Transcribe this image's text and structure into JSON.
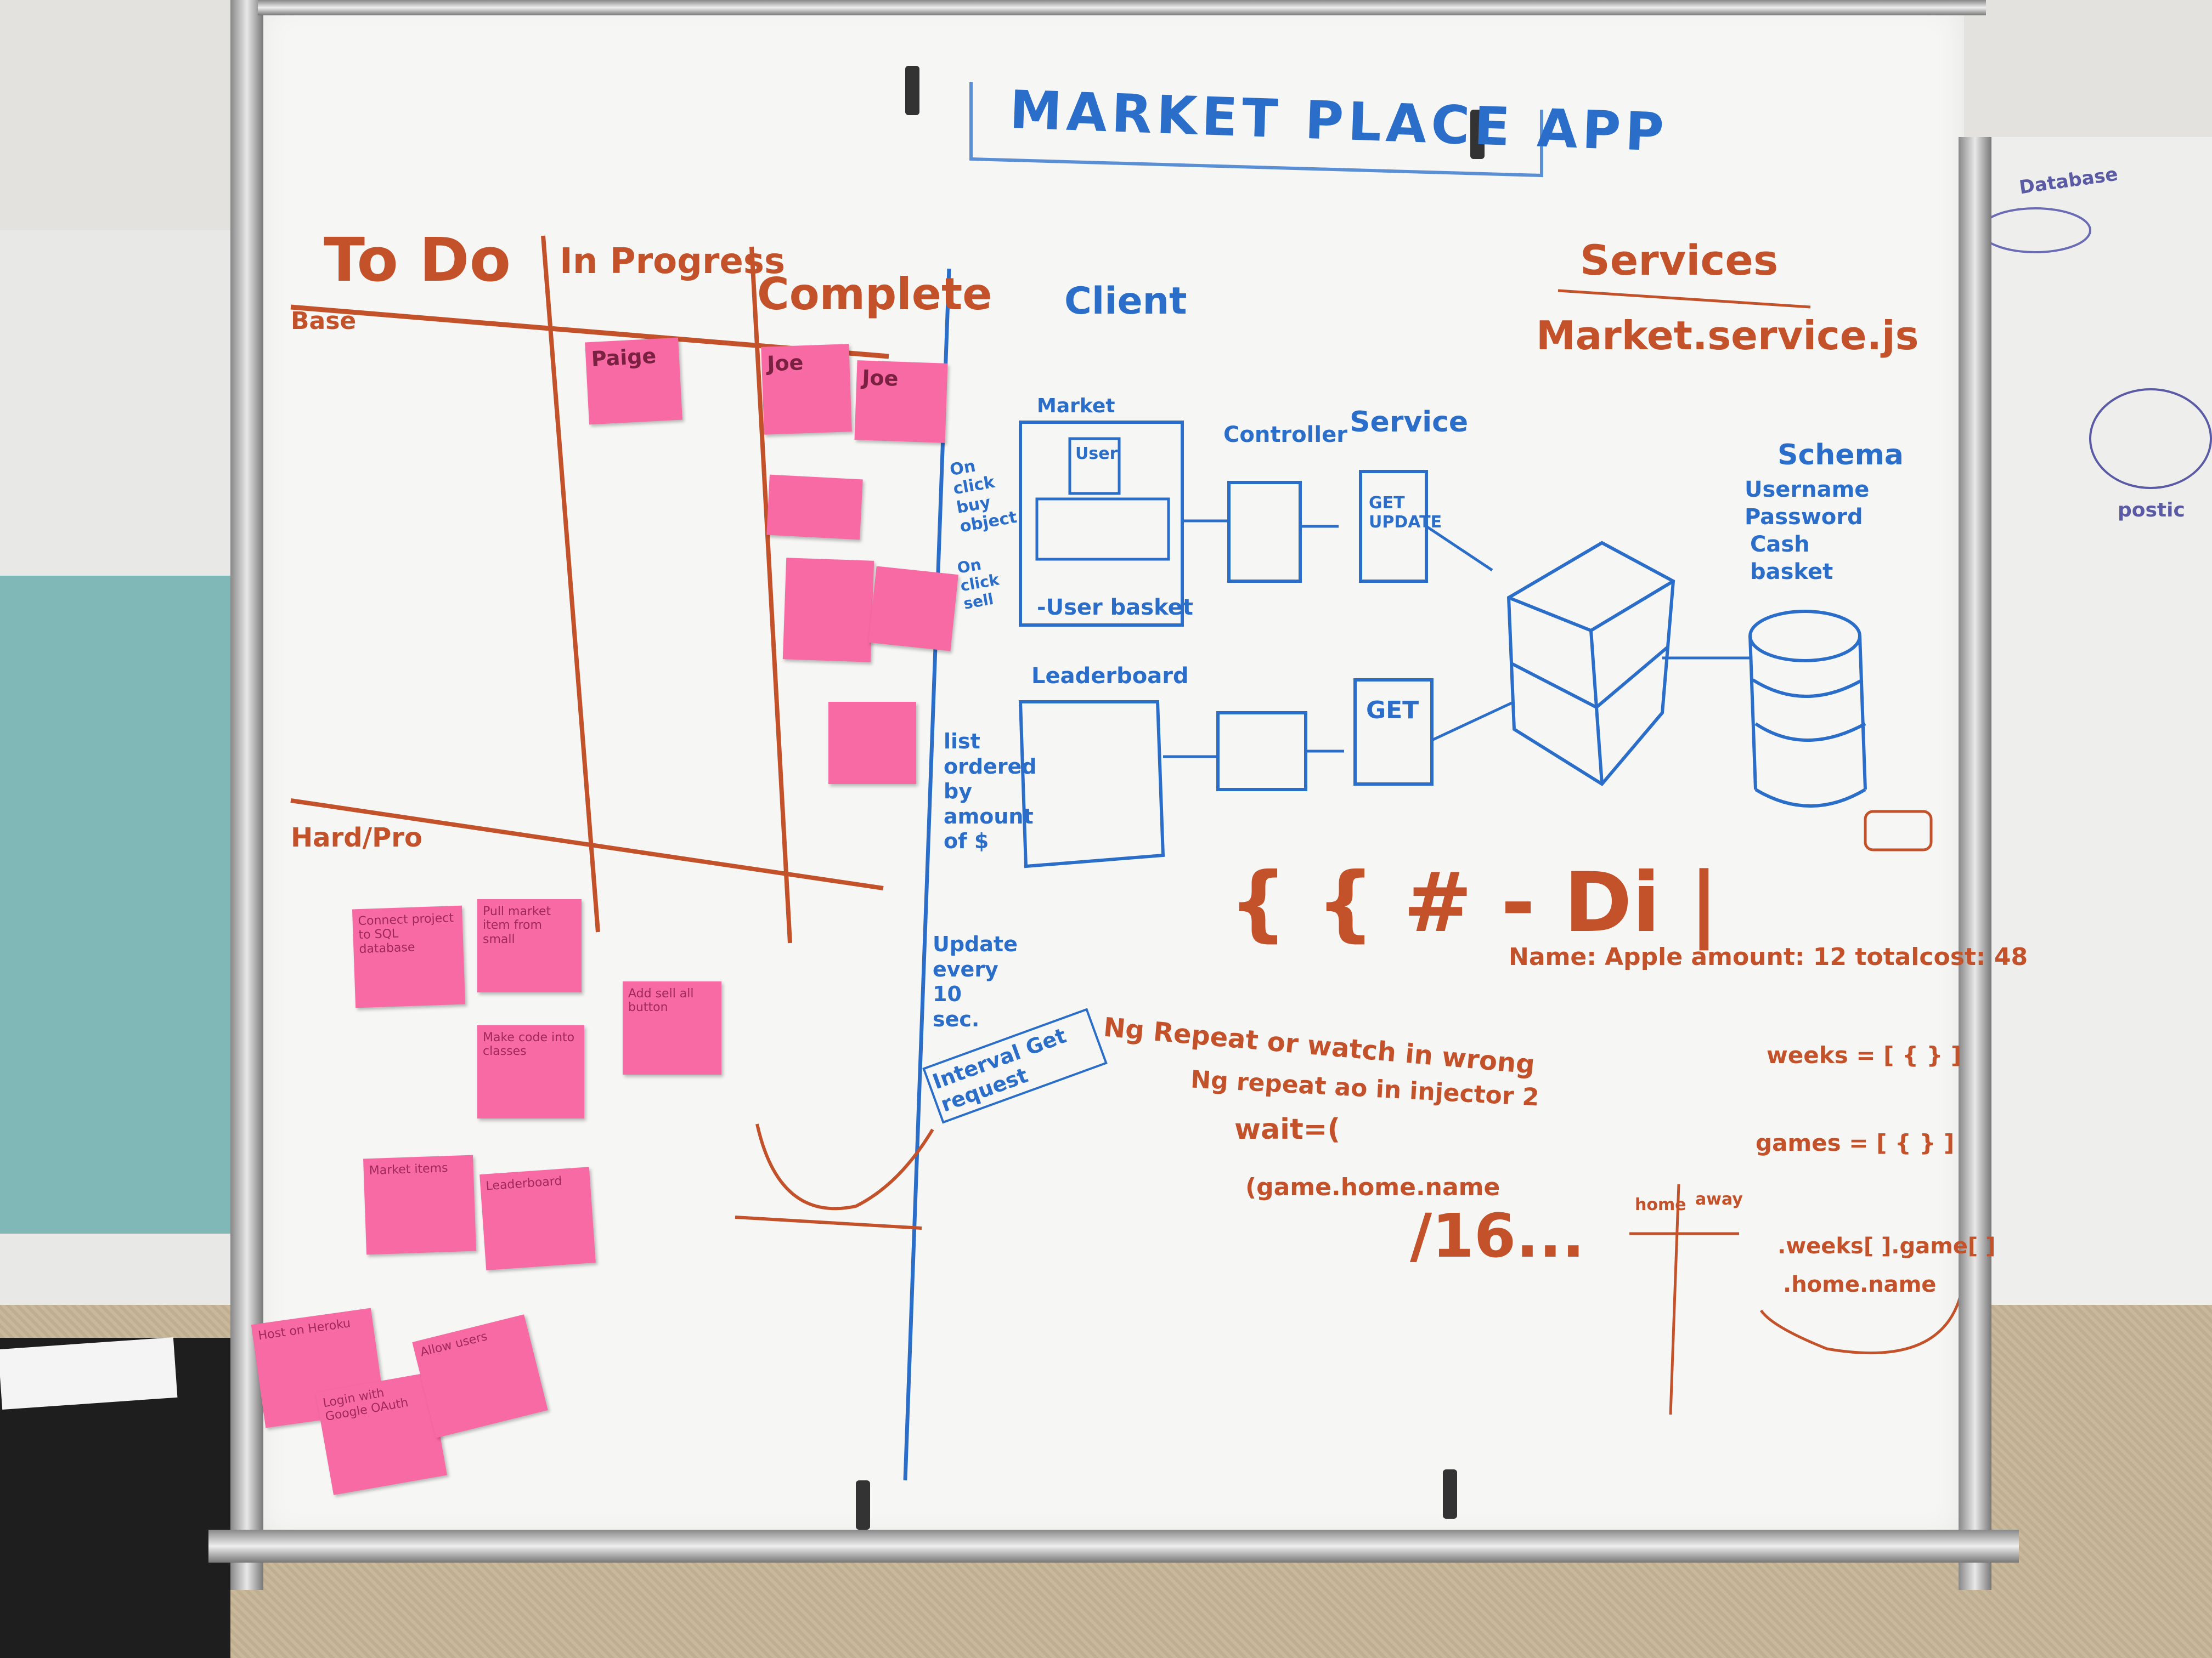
{
  "board": {
    "title": "MARKET PLACE APP",
    "kanban": {
      "columns": [
        "To Do",
        "In Progress",
        "Complete"
      ],
      "rows": [
        "Base",
        "Hard/Pro"
      ]
    },
    "client": "Client",
    "services_header": "Services",
    "services_file": "Market.service.js",
    "market_label": "Market",
    "user_label": "User",
    "user_basket": "-User basket",
    "onclick_buy": "On click buy object",
    "onclick_sell": "On click sell",
    "controller": "Controller",
    "service": "Service",
    "get_update": "GET UPDATE",
    "get": "GET",
    "leaderboard": "Leaderboard",
    "list_ordered": "list ordered by amount of $",
    "update_every": "Update every 10 sec.",
    "interval_note": "Interval Get request",
    "schema_title": "Schema",
    "schema_fields": [
      "Username",
      "Password",
      "Cash",
      "basket"
    ],
    "json_note": "{ { # - Di |",
    "json_fields": "Name: Apple amount: 12 totalcost: 48",
    "ng_repeat_1": "Ng Repeat or watch in wrong",
    "ng_repeat_2": "Ng repeat ao in injector 2",
    "notes_handwritten": "wait=(",
    "game_home": "(game.home.name",
    "sixteen": "/16...",
    "weeks": "weeks = [ { } ]",
    "games": "games = [ { } ]",
    "home": "home",
    "away": "away",
    "weeks_path": ".weeks[ ].game[ ]",
    "home_name": ".home.name",
    "side_database": "Database",
    "side_postgres": "postic"
  },
  "sticky_notes": [
    {
      "id": "todo-base-1",
      "text": "Paige"
    },
    {
      "id": "complete-1",
      "text": "Joe"
    },
    {
      "id": "complete-2",
      "text": "Joe"
    },
    {
      "id": "complete-3",
      "text": ""
    },
    {
      "id": "complete-4",
      "text": ""
    },
    {
      "id": "complete-5",
      "text": ""
    },
    {
      "id": "complete-6",
      "text": ""
    },
    {
      "id": "hard-1",
      "text": "Connect project to SQL database"
    },
    {
      "id": "hard-2",
      "text": "Pull market item from small"
    },
    {
      "id": "hard-3",
      "text": "Add sell all button"
    },
    {
      "id": "hard-4",
      "text": "Make code into classes"
    },
    {
      "id": "hard-5",
      "text": "Market items"
    },
    {
      "id": "hard-6",
      "text": "Leaderboard"
    },
    {
      "id": "hard-7",
      "text": "Host on Heroku"
    },
    {
      "id": "hard-8",
      "text": "Login with Google OAuth"
    },
    {
      "id": "hard-9",
      "text": "Allow users"
    }
  ]
}
